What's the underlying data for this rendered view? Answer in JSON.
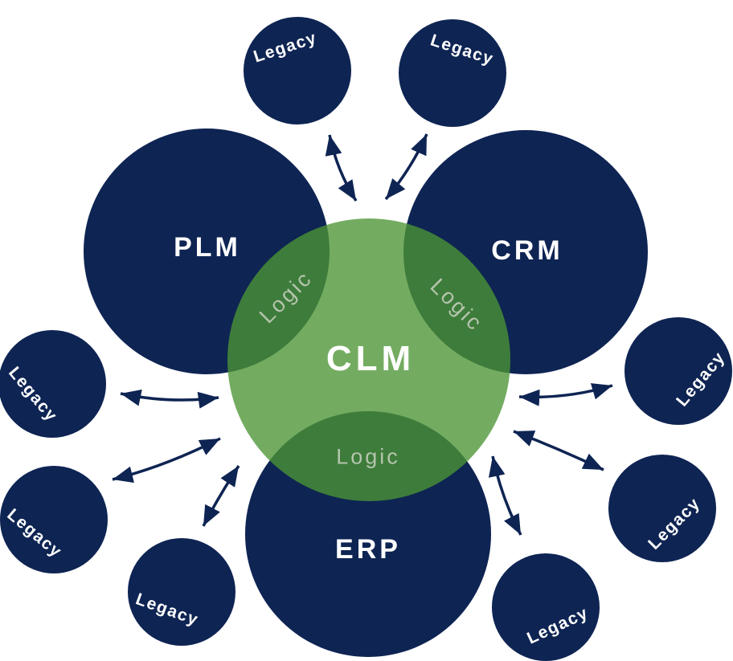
{
  "diagram": {
    "center_circle": {
      "label": "CLM"
    },
    "systems": [
      {
        "id": "plm",
        "label": "PLM"
      },
      {
        "id": "crm",
        "label": "CRM"
      },
      {
        "id": "erp",
        "label": "ERP"
      }
    ],
    "logic_labels": [
      "Logic",
      "Logic",
      "Logic"
    ],
    "legacy_circles": [
      "Legacy",
      "Legacy",
      "Legacy",
      "Legacy",
      "Legacy",
      "Legacy",
      "Legacy",
      "Legacy"
    ],
    "colors": {
      "navy": "#0e2453",
      "green_overlay_base": "#4b9534",
      "green_overlay_opacity": "0.78",
      "light_green_result": "#74ab61",
      "dark_overlap_green": "#3e7c3d",
      "logic_text": "#b5c5ad",
      "label_text": "#ffffff",
      "background": "#ffffff"
    }
  }
}
